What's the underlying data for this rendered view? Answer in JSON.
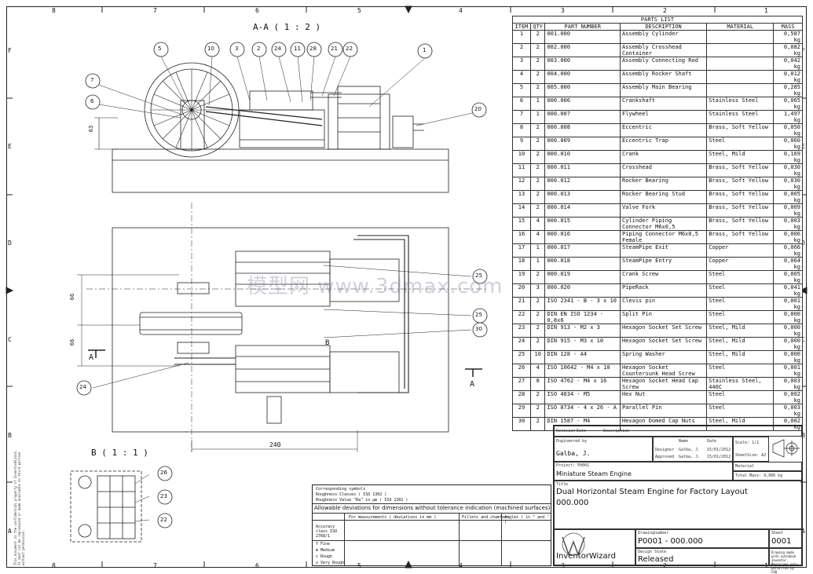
{
  "zones": {
    "top": [
      "8",
      "7",
      "6",
      "5",
      "4",
      "3",
      "2",
      "1"
    ],
    "rows": [
      "F",
      "E",
      "D",
      "C",
      "B",
      "A"
    ]
  },
  "views": {
    "section_label": "A-A ( 1 : 2 )",
    "detail_label": "B ( 1 : 1 )",
    "dim_63": "63",
    "dim_66a": "66",
    "dim_66b": "66",
    "dim_240": "240",
    "cut_a_left": "A",
    "cut_a_right": "A",
    "detail_ref_b": "B"
  },
  "callouts_top": [
    "5",
    "10",
    "3",
    "2",
    "24",
    "11",
    "28",
    "21",
    "22",
    "1",
    "7",
    "6",
    "20"
  ],
  "callouts_plan": [
    "25",
    "25",
    "30",
    "24"
  ],
  "callouts_detail": [
    "26",
    "23",
    "22"
  ],
  "parts_list": {
    "title": "PARTS LIST",
    "headers": [
      "ITEM",
      "QTY",
      "PART NUMBER",
      "DESCRIPTION",
      "MATERIAL",
      "MASS"
    ],
    "rows": [
      [
        "1",
        "2",
        "001.000",
        "Assembly Cylinder",
        "",
        "0,587 kg"
      ],
      [
        "2",
        "2",
        "002.000",
        "Assembly Crosshead Container",
        "",
        "0,082 kg"
      ],
      [
        "3",
        "2",
        "003.000",
        "Assembly Connecting Rod",
        "",
        "0,042 kg"
      ],
      [
        "4",
        "2",
        "004.000",
        "Assembly Rocker Shaft",
        "",
        "0,012 kg"
      ],
      [
        "5",
        "2",
        "005.000",
        "Assembly Main Bearing",
        "",
        "0,285 kg"
      ],
      [
        "6",
        "1",
        "000.006",
        "Crankshaft",
        "Stainless Steel",
        "0,065 kg"
      ],
      [
        "7",
        "1",
        "000.007",
        "Flywheel",
        "Stainless Steel",
        "1,497 kg"
      ],
      [
        "8",
        "2",
        "000.008",
        "Eccentric",
        "Brass, Soft Yellow",
        "0,050 kg"
      ],
      [
        "9",
        "2",
        "000.009",
        "Eccentric Trap",
        "Steel",
        "0,060 kg"
      ],
      [
        "10",
        "2",
        "000.010",
        "Crank",
        "Steel, Mild",
        "0,169 kg"
      ],
      [
        "11",
        "2",
        "000.011",
        "Crosshead",
        "Brass, Soft Yellow",
        "0,030 kg"
      ],
      [
        "12",
        "2",
        "000.012",
        "Rocker Bearing",
        "Brass, Soft Yellow",
        "0,030 kg"
      ],
      [
        "13",
        "2",
        "000.013",
        "Rocker Bearing Stud",
        "Brass, Soft Yellow",
        "0,005 kg"
      ],
      [
        "14",
        "2",
        "000.014",
        "Valve Fork",
        "Brass, Soft Yellow",
        "0,009 kg"
      ],
      [
        "15",
        "4",
        "000.015",
        "Cylinder Piping Connector M6x0,5",
        "Brass, Soft Yellow",
        "0,003 kg"
      ],
      [
        "16",
        "4",
        "000.016",
        "Piping Connector M6x0,5 Female",
        "Brass, Soft Yellow",
        "0,006 kg"
      ],
      [
        "17",
        "1",
        "000.017",
        "SteamPipe Exit",
        "Copper",
        "0,066 kg"
      ],
      [
        "18",
        "1",
        "000.018",
        "SteamPipe Entry",
        "Copper",
        "0,064 kg"
      ],
      [
        "19",
        "2",
        "000.019",
        "Crank Screw",
        "Steel",
        "0,005 kg"
      ],
      [
        "20",
        "3",
        "000.020",
        "PipeRack",
        "Steel",
        "0,041 kg"
      ],
      [
        "21",
        "2",
        "ISO 2341 - B - 3 x 10",
        "Clevis pin",
        "Steel",
        "0,001 kg"
      ],
      [
        "22",
        "2",
        "DIN EN ISO 1234 - 0,8x6",
        "Split Pin",
        "Steel",
        "0,000 kg"
      ],
      [
        "23",
        "2",
        "DIN 913 - M2 x 3",
        "Hexagon Socket Set Screw",
        "Steel, Mild",
        "0,000 kg"
      ],
      [
        "24",
        "2",
        "DIN 915 - M3 x 10",
        "Hexagon Socket Set Screw",
        "Steel, Mild",
        "0,000 kg"
      ],
      [
        "25",
        "10",
        "DIN 128 - A4",
        "Spring Washer",
        "Steel, Mild",
        "0,000 kg"
      ],
      [
        "26",
        "4",
        "ISO 10642 - M4 x 10",
        "Hexagon Socket Countersunk Head Screw",
        "Steel",
        "0,001 kg"
      ],
      [
        "27",
        "8",
        "ISO 4762 - M4 x 16",
        "Hexagon Socket Head Cap Screw",
        "Stainless Steel, 440C",
        "0,003 kg"
      ],
      [
        "28",
        "2",
        "ISO 4034 - M5",
        "Hex Nut",
        "Steel",
        "0,002 kg"
      ],
      [
        "29",
        "2",
        "ISO 8734 - 4 x 26 - A",
        "Parallel Pin",
        "Steel",
        "0,003 kg"
      ],
      [
        "30",
        "2",
        "DIN 1587 - M4",
        "Hexagon Domed Cap Nuts",
        "Steel, Mild",
        "0,002 kg"
      ]
    ]
  },
  "title_block": {
    "revision": "Revision",
    "date": "Date",
    "description": "Description",
    "engineered_by_label": "Engineered by",
    "engineer": "Galba, J.",
    "name_label": "Name",
    "date_label": "Date",
    "scale_label": "Scale: 1/2",
    "designer_label": "Designer",
    "designer_name": "Galba, J.",
    "designer_date": "15/01/2012",
    "approved_label": "Approved",
    "approved_name": "Galba, J.",
    "approved_date": "15/01/2012",
    "sheet_size": "SheetSize: A2",
    "project_label": "Project: P0001",
    "project_name": "Miniature Steam Engine",
    "material_label": "Material",
    "total_mass": "Total Mass: 9,906 kg",
    "title_label": "Title",
    "title": "Dual Horizontal Steam Engine for Factory Layout",
    "title_num": "000.000",
    "drawing_number_label": "Drawingnumber",
    "drawing_number": "P0001 - 000.000",
    "sheet_label": "Sheet",
    "sheet": "0001",
    "design_state_label": "Design State",
    "design_state": "Released",
    "logo": "InventorWizard",
    "copy_note": "Drawing made with autodesk Inventor. Revisions only permitted by CAD"
  },
  "tolerance": {
    "row1": "Corresponding symbols",
    "row2": "Roughness Classes ( ISO 1302 )",
    "row3": "Roughness Value \"Ra\" in µm ( ISO 1302 )",
    "headline": "Allowable deviations for dimensions without tolerance indication (machined surfaces)",
    "sub1": "For measurements ( deviations in mm )",
    "sub2": "Fillets and chamfers",
    "sub3": "Angles ( in ° and ' )",
    "accuracy": "Accuracy class ISO 2768/1",
    "classes": [
      "f Fine",
      "m Medium",
      "c Rough",
      "v Very Rough"
    ]
  },
  "watermark": "模型网 www.3dmax.com",
  "side_note": "This document is the confidential property of InventorWizard. It must not be reproduced or made available to third parties without permission."
}
